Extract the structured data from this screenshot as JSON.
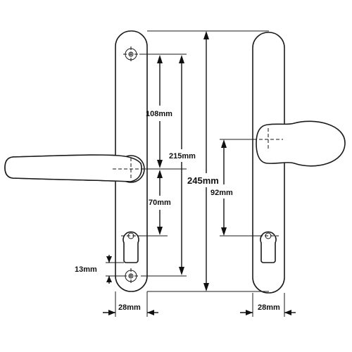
{
  "diagram": {
    "labels": {
      "dim_108": "108mm",
      "dim_215": "215mm",
      "dim_70": "70mm",
      "dim_245": "245mm",
      "dim_92": "92mm",
      "dim_13": "13mm",
      "dim_28_left": "28mm",
      "dim_28_right": "28mm"
    }
  }
}
